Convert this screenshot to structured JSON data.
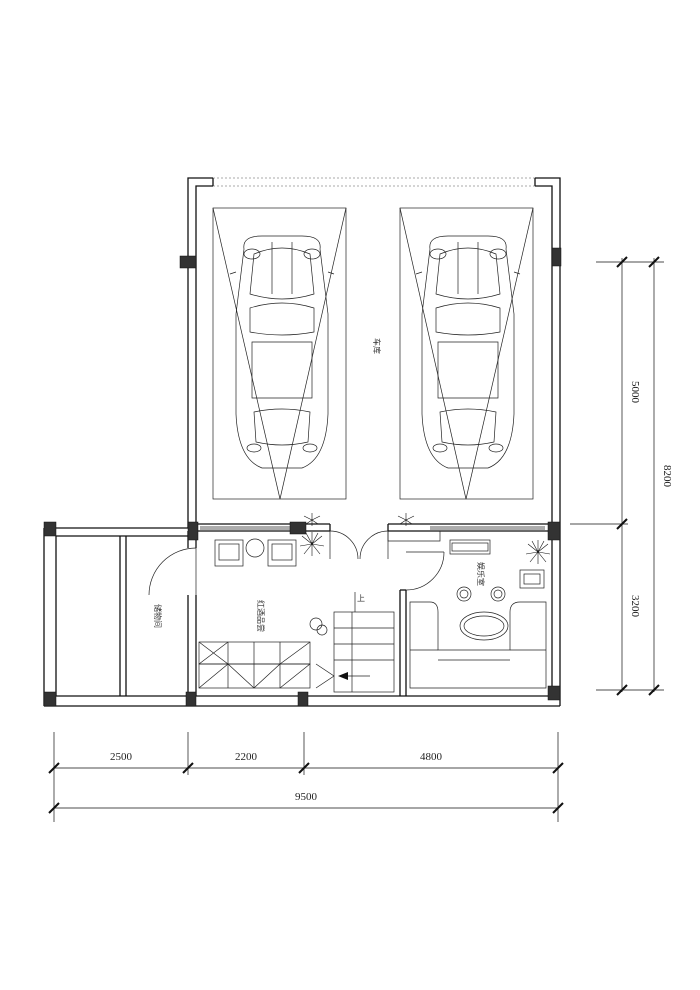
{
  "rooms": {
    "garage": "车库",
    "storage": "储物间",
    "wine_tasting": "红酒品尝",
    "recreation": "娱乐室",
    "stair_up": "上"
  },
  "dimensions": {
    "bottom_segments": [
      "2500",
      "2200",
      "4800"
    ],
    "bottom_total": "9500",
    "right_segments": [
      "5000",
      "3200"
    ],
    "right_total": "8200"
  },
  "colors": {
    "line": "#111111",
    "column": "#333333",
    "background": "#ffffff"
  }
}
